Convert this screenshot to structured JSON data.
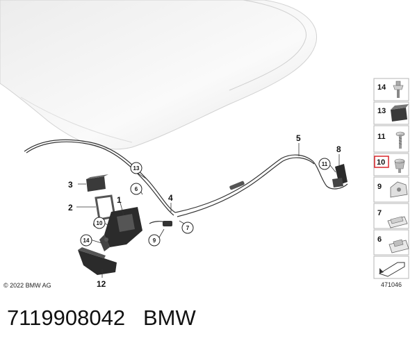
{
  "callouts": [
    {
      "id": "1",
      "circled": false
    },
    {
      "id": "2",
      "circled": false
    },
    {
      "id": "3",
      "circled": false
    },
    {
      "id": "4",
      "circled": false
    },
    {
      "id": "5",
      "circled": false
    },
    {
      "id": "6",
      "circled": true
    },
    {
      "id": "7",
      "circled": true
    },
    {
      "id": "8",
      "circled": false
    },
    {
      "id": "9",
      "circled": true
    },
    {
      "id": "10",
      "circled": true
    },
    {
      "id": "11",
      "circled": true
    },
    {
      "id": "12",
      "circled": false
    },
    {
      "id": "13",
      "circled": true
    },
    {
      "id": "14",
      "circled": true
    }
  ],
  "side_panel": [
    {
      "number": "14",
      "highlighted": false
    },
    {
      "number": "13",
      "highlighted": false
    },
    {
      "number": "11",
      "highlighted": false
    },
    {
      "number": "10",
      "highlighted": true
    },
    {
      "number": "9",
      "highlighted": false
    },
    {
      "number": "7",
      "highlighted": false
    },
    {
      "number": "6",
      "highlighted": false
    }
  ],
  "copyright": "© 2022 BMW AG",
  "diagram_id": "471046",
  "part_number": "7119908042",
  "brand": "BMW",
  "colors": {
    "highlight": "#d9262c",
    "panel_border": "#b5b5b5",
    "part_dark": "#2b2b2b"
  }
}
